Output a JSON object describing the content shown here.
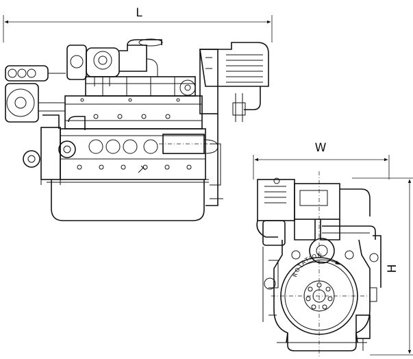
{
  "dimensions": {
    "length_label": "L",
    "width_label": "W",
    "height_label": "H"
  },
  "flywheel": {
    "rotation_label": "ROTATION"
  },
  "colors": {
    "line": "#111111",
    "background": "#ffffff"
  }
}
